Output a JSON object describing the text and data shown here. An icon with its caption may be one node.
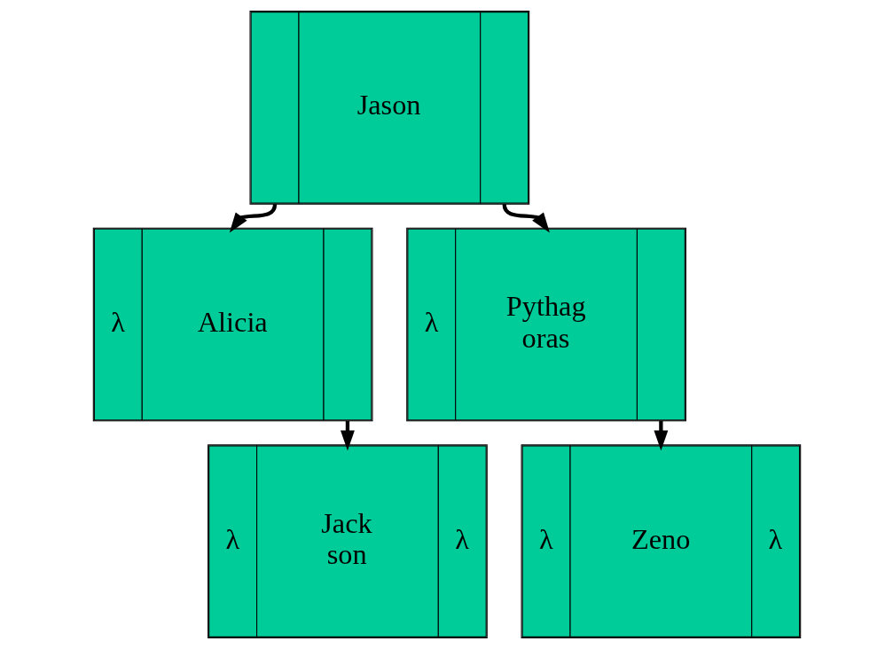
{
  "diagram": {
    "nodes": [
      {
        "text": [
          "Jason"
        ]
      },
      {
        "text": [
          "λ",
          "Alicia"
        ]
      },
      {
        "text": [
          "λ",
          "Pythag oras"
        ]
      },
      {
        "text": [
          "λ",
          "Jack son",
          "λ"
        ]
      },
      {
        "text": [
          "λ",
          "Zeno",
          "λ"
        ]
      }
    ],
    "edges": [
      {
        "from": 0,
        "to": 1,
        "arrow": "to"
      },
      {
        "from": 0,
        "to": 2,
        "arrow": "to"
      },
      {
        "from": 1,
        "to": 3,
        "arrow": "to"
      },
      {
        "from": 2,
        "to": 4,
        "arrow": "to"
      }
    ]
  }
}
